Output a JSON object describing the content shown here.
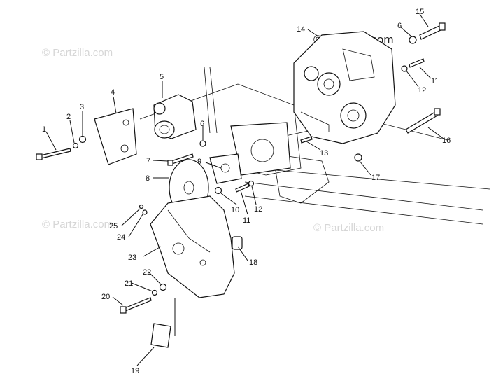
{
  "watermarks": {
    "top_left": "© Partzilla.com",
    "top_right": "© Partzilla.com",
    "mid_left": "© Partzilla.com",
    "mid_right": "© Partzilla.com"
  },
  "callouts": {
    "c1": "1",
    "c2": "2",
    "c3": "3",
    "c4": "4",
    "c5": "5",
    "c6a": "6",
    "c6b": "6",
    "c7": "7",
    "c8": "8",
    "c9": "9",
    "c10": "10",
    "c11a": "11",
    "c11b": "11",
    "c12a": "12",
    "c12b": "12",
    "c13": "13",
    "c14": "14",
    "c15": "15",
    "c16": "16",
    "c17": "17",
    "c18": "18",
    "c19": "19",
    "c20": "20",
    "c21": "21",
    "c22": "22",
    "c23": "23",
    "c24": "24",
    "c25": "25"
  }
}
